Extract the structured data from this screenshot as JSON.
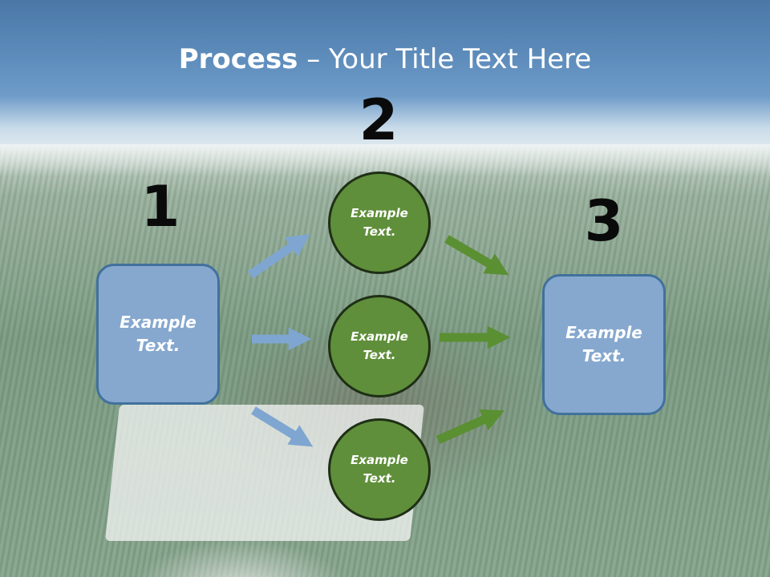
{
  "title": {
    "bold": "Process",
    "rest": " – Your Title Text Here"
  },
  "numbers": [
    "1",
    "2",
    "3"
  ],
  "left_box": {
    "text": "Example\nText."
  },
  "right_box": {
    "text": "Example\nText."
  },
  "circles": [
    {
      "text": "Example\nText."
    },
    {
      "text": "Example\nText."
    },
    {
      "text": "Example\nText."
    }
  ],
  "colors": {
    "box_fill": "#86a8cf",
    "box_border": "#41719c",
    "circle_fill": "#5f8f3a",
    "circle_border": "#1f2f16",
    "arrow_blue": "#7fa6d1",
    "arrow_green": "#5a8f32"
  }
}
